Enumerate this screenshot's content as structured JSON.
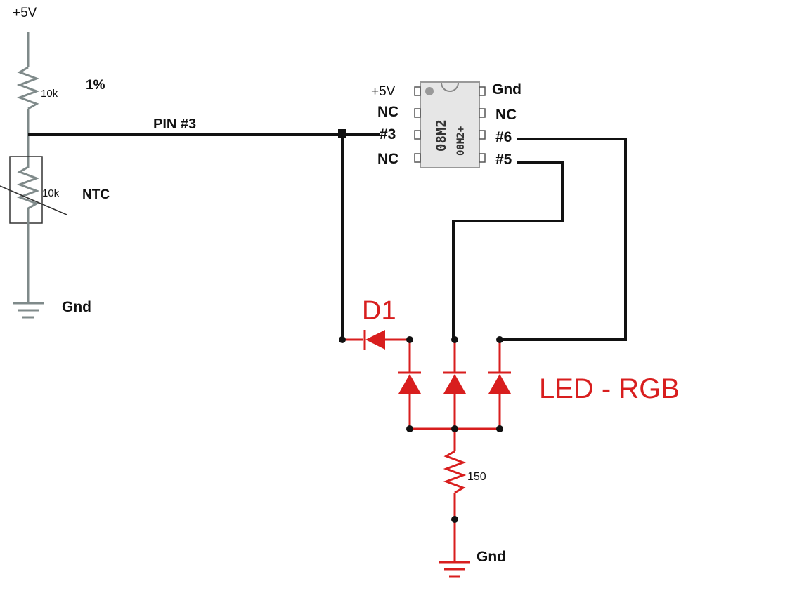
{
  "labels": {
    "vcc_top": "+5V",
    "r1_value": "10k",
    "r1_tolerance": "1%",
    "ntc_value": "10k",
    "ntc_label": "NTC",
    "gnd_left": "Gnd",
    "pin3_net": "PIN #3",
    "chip_vcc": "+5V",
    "chip_nc1": "NC",
    "chip_pin3": "#3",
    "chip_nc2": "NC",
    "chip_gnd": "Gnd",
    "chip_nc3": "NC",
    "chip_pin6": "#6",
    "chip_pin5": "#5",
    "chip_part1": "08M2",
    "chip_part2": "08M2+",
    "diode_label": "D1",
    "led_label": "LED - RGB",
    "r_led_value": "150",
    "gnd_bottom": "Gnd"
  },
  "colors": {
    "gray_wire": "#7f8a8a",
    "black_wire": "#111111",
    "red_part": "#d81e1e",
    "chip_body": "#e6e6e6"
  }
}
